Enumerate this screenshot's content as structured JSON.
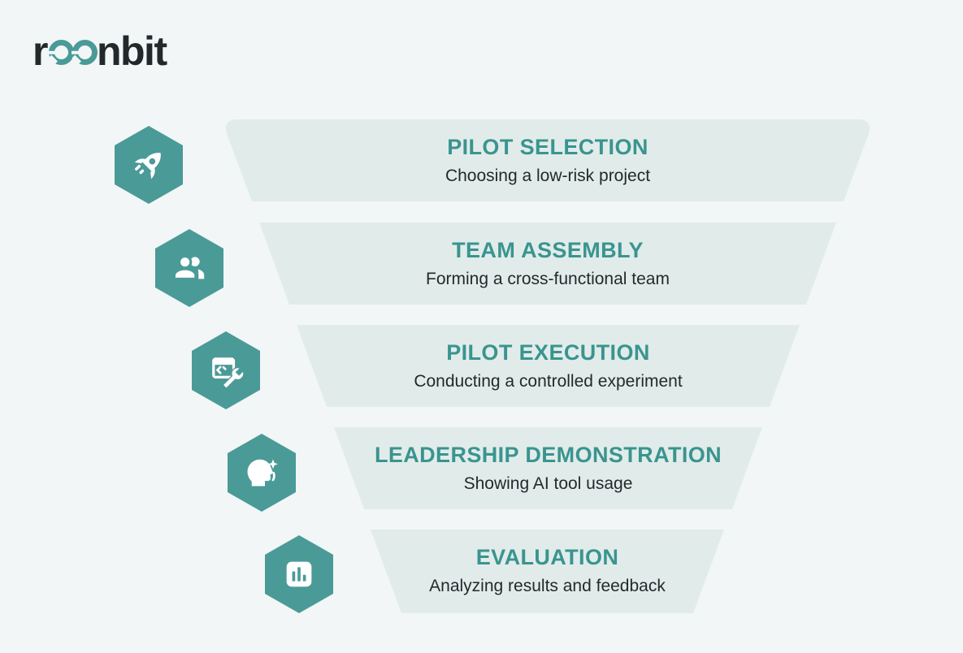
{
  "page": {
    "background": "#f2f6f6"
  },
  "logo": {
    "text": "reenbit",
    "prefix": "r",
    "accent": "ee",
    "suffix": "nbit",
    "accent_color": "#4a9a98",
    "text_color": "#23282b"
  },
  "funnel": {
    "band_color": "#e1ecea",
    "hex_color": "#4a9a98",
    "title_color": "#3a948f",
    "subtitle_color": "#24292c",
    "stages": [
      {
        "title": "PILOT SELECTION",
        "subtitle": "Choosing a low-risk project",
        "icon": "rocket-icon"
      },
      {
        "title": "TEAM ASSEMBLY",
        "subtitle": "Forming a cross-functional team",
        "icon": "team-icon"
      },
      {
        "title": "PILOT EXECUTION",
        "subtitle": "Conducting a controlled experiment",
        "icon": "code-wrench-icon"
      },
      {
        "title": "LEADERSHIP DEMONSTRATION",
        "subtitle": "Showing AI tool usage",
        "icon": "head-sparkle-icon"
      },
      {
        "title": "EVALUATION",
        "subtitle": "Analyzing results and feedback",
        "icon": "bar-chart-icon"
      }
    ]
  }
}
